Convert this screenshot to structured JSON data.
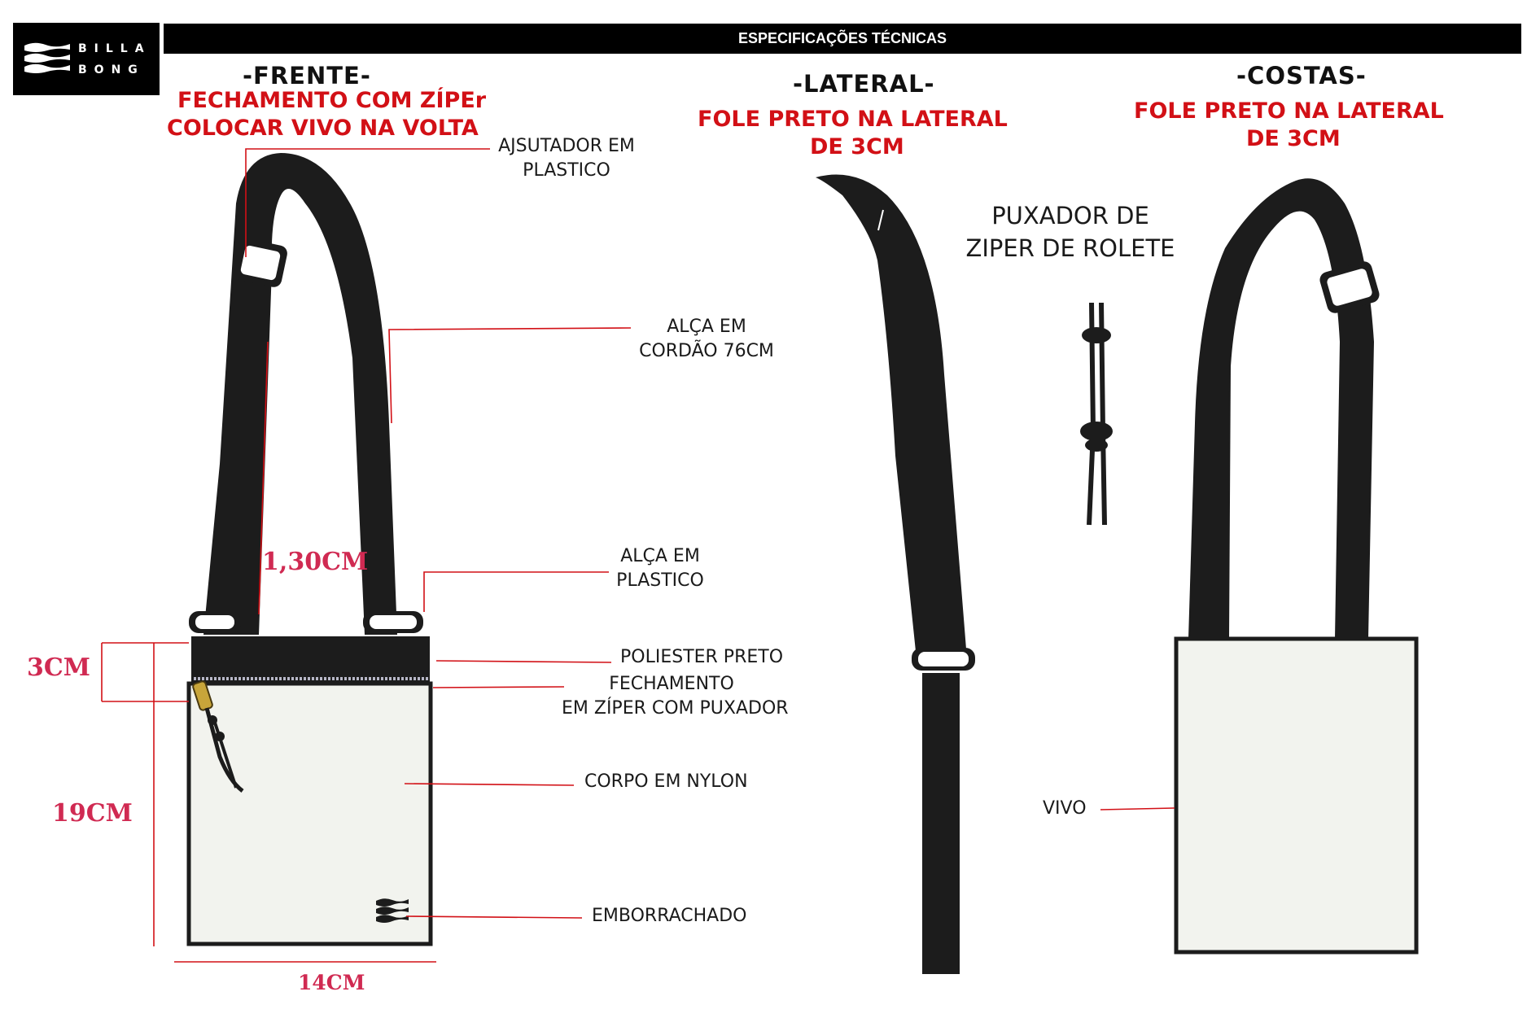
{
  "header": {
    "brand_line1": "BILLA",
    "brand_line2": "BONG",
    "title": "ESPECIFICAÇÕES TÉCNICAS"
  },
  "views": {
    "front": "-FRENTE-",
    "side": "-LATERAL-",
    "back": "-COSTAS-"
  },
  "notes": {
    "front_line1": "FECHAMENTO COM ZÍPEr",
    "front_line2": "COLOCAR VIVO NA VOLTA",
    "side_line1": "FOLE PRETO NA LATERAL",
    "side_line2": "DE 3CM",
    "back_line1": "FOLE PRETO NA LATERAL",
    "back_line2": "DE 3CM"
  },
  "callouts": {
    "adjuster_1": "AJSUTADOR EM",
    "adjuster_2": "PLASTICO",
    "strap_1": "ALÇA EM",
    "strap_2": "CORDÃO 76CM",
    "handle_1": "ALÇA EM",
    "handle_2": "PLASTICO",
    "polyester": "POLIESTER PRETO",
    "closure_1": "FECHAMENTO",
    "closure_2": "EM ZÍPER COM PUXADOR",
    "body": "CORPO EM NYLON",
    "rubber": "EMBORRACHADO",
    "puller_1": "PUXADOR DE",
    "puller_2": "ZIPER DE ROLETE",
    "piping": "VIVO"
  },
  "dimensions": {
    "strap_length": "1,30CM",
    "gusset": "3CM",
    "height": "19CM",
    "width": "14CM"
  },
  "colors": {
    "strap": "#1c1c1c",
    "body": "#f2f3ee",
    "annotation_red": "#d21016",
    "dimension_pink": "#d02a52"
  }
}
